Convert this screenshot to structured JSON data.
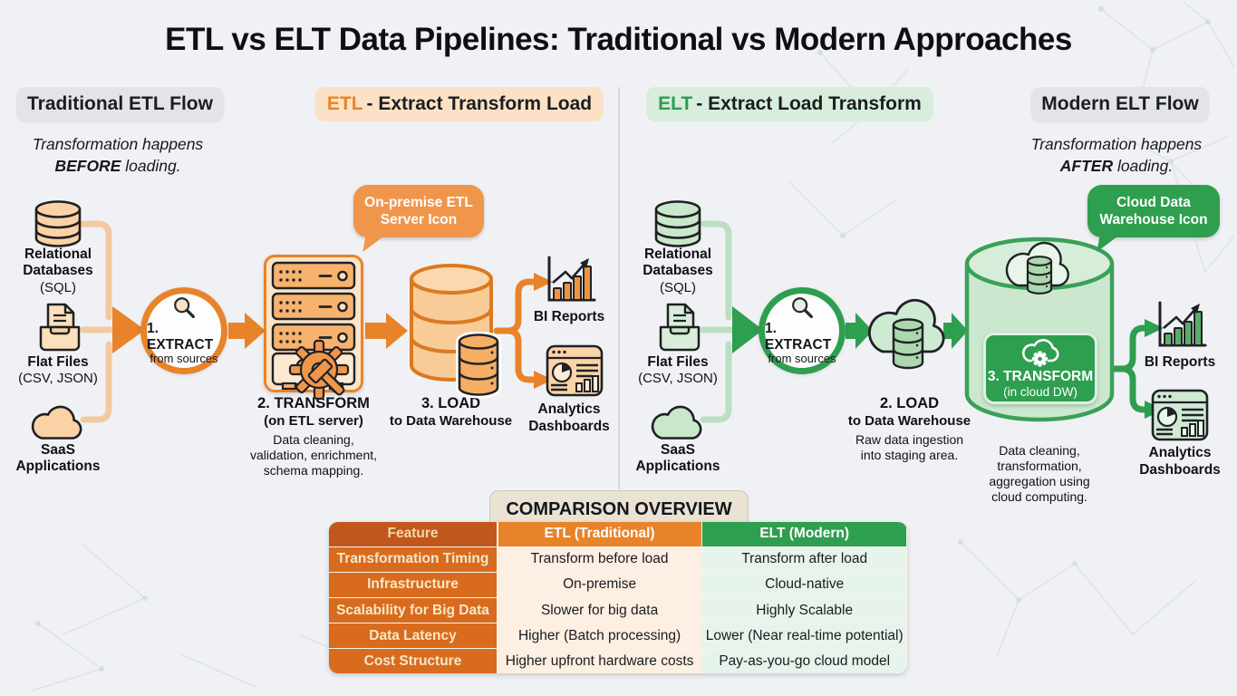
{
  "title": "ETL vs ELT Data Pipelines: Traditional vs Modern Approaches",
  "colors": {
    "orange": "#E8832A",
    "orange_bubble": "#F0964B",
    "green": "#2E9E4F",
    "green_light": "#CBE8CF",
    "background": "#EFF1F5",
    "divider": "#D5D9DF"
  },
  "icons": {
    "database": "cylinder-stack",
    "flat_files": "document-tray",
    "saas": "cloud",
    "extract": "magnifier",
    "etl_server": "server-rack-gear-hammer",
    "warehouse": "large-cylinder",
    "cloud_staging": "cloud-with-database",
    "cloud_dw": "cylinder-with-cloud-database",
    "transform_cloud": "cloud-gear",
    "bi_reports": "bar-chart-trend-arrow",
    "analytics": "dashboard-window"
  },
  "etl": {
    "flow_badge": "Traditional ETL Flow",
    "acronym": "ETL",
    "definition": " - Extract Transform Load",
    "subtitle_line1": "Transformation happens",
    "subtitle_emph": "BEFORE",
    "subtitle_rest": " loading.",
    "sources": [
      {
        "label": "Relational\nDatabases",
        "sub": "(SQL)"
      },
      {
        "label": "Flat Files",
        "sub": "(CSV, JSON)"
      },
      {
        "label": "SaaS\nApplications",
        "sub": ""
      }
    ],
    "extract_title": "1. EXTRACT",
    "extract_sub": "from sources",
    "bubble": "On-premise ETL\nServer Icon",
    "transform_title": "2. TRANSFORM",
    "transform_sub": "(on ETL server)",
    "transform_desc": "Data cleaning,\nvalidation, enrichment,\nschema mapping.",
    "load_title": "3. LOAD",
    "load_sub": "to Data Warehouse",
    "bi_label": "BI Reports",
    "dash_label": "Analytics\nDashboards"
  },
  "elt": {
    "flow_badge": "Modern ELT Flow",
    "acronym": "ELT",
    "definition": " - Extract Load Transform",
    "subtitle_line1": "Transformation happens",
    "subtitle_emph": "AFTER",
    "subtitle_rest": " loading.",
    "sources": [
      {
        "label": "Relational\nDatabases",
        "sub": "(SQL)"
      },
      {
        "label": "Flat Files",
        "sub": "(CSV, JSON)"
      },
      {
        "label": "SaaS\nApplications",
        "sub": ""
      }
    ],
    "extract_title": "1. EXTRACT",
    "extract_sub": "from sources",
    "bubble": "Cloud Data\nWarehouse Icon",
    "load_title": "2. LOAD",
    "load_sub": "to Data Warehouse",
    "load_desc": "Raw data ingestion\ninto staging area.",
    "transform_title": "3. TRANSFORM",
    "transform_sub": "(in cloud DW)",
    "transform_desc": "Data cleaning,\ntransformation,\naggregation using\ncloud computing.",
    "bi_label": "BI Reports",
    "dash_label": "Analytics\nDashboards"
  },
  "comparison": {
    "tab": "COMPARISON OVERVIEW",
    "headers": [
      "Feature",
      "ETL (Traditional)",
      "ELT (Modern)"
    ],
    "rows": [
      [
        "Transformation Timing",
        "Transform before load",
        "Transform after load"
      ],
      [
        "Infrastructure",
        "On-premise",
        "Cloud-native"
      ],
      [
        "Scalability for Big Data",
        "Slower for big data",
        "Highly Scalable"
      ],
      [
        "Data Latency",
        "Higher (Batch processing)",
        "Lower (Near real-time potential)"
      ],
      [
        "Cost Structure",
        "Higher upfront hardware costs",
        "Pay-as-you-go cloud model"
      ]
    ]
  }
}
